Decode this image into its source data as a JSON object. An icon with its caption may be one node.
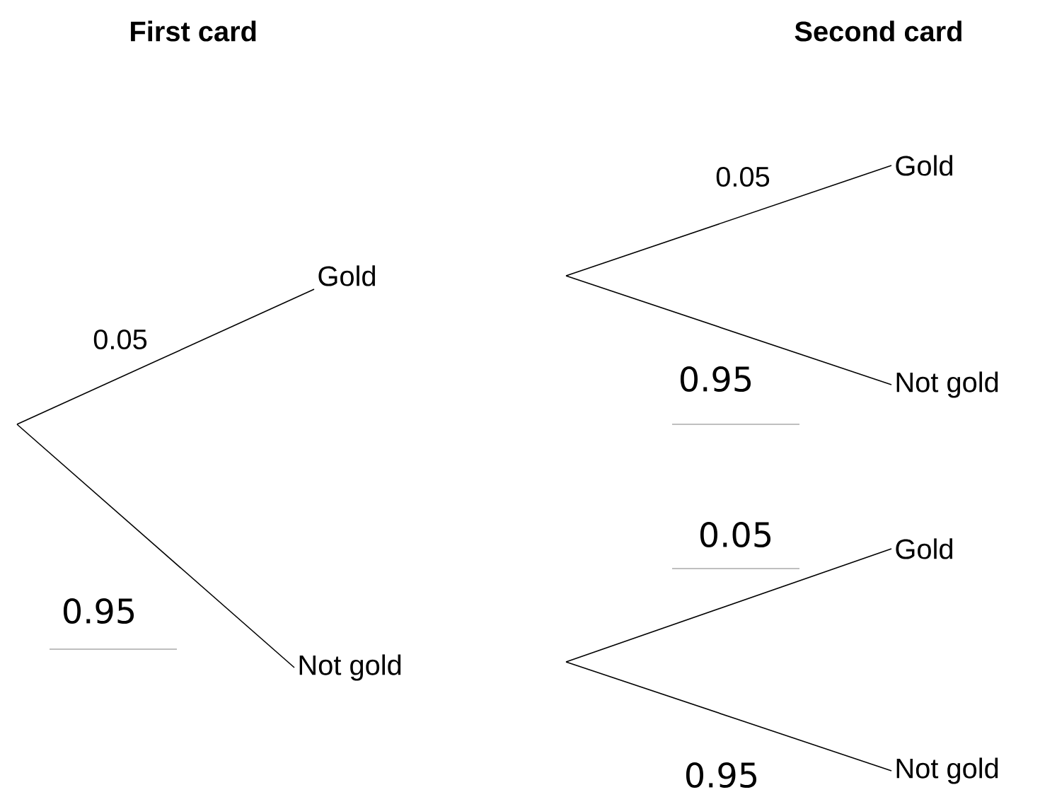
{
  "diagram": {
    "nodes": [
      {
        "text": [
          "Gold"
        ]
      },
      {
        "text": [
          "Not gold"
        ]
      },
      {
        "text": [
          "Gold"
        ]
      },
      {
        "text": [
          "Not gold"
        ]
      },
      {
        "text": [
          "Gold"
        ]
      },
      {
        "text": [
          "Not gold"
        ]
      }
    ],
    "edges": [
      {
        "from": null,
        "to": 0,
        "arrow": "none",
        "label": "0.05"
      },
      {
        "from": null,
        "to": 1,
        "arrow": "none",
        "label": "0.95"
      },
      {
        "from": null,
        "to": 2,
        "arrow": "none",
        "label": "0.05"
      },
      {
        "from": null,
        "to": 3,
        "arrow": "none",
        "label": "0.95"
      },
      {
        "from": null,
        "to": 4,
        "arrow": "none",
        "label": "0.05"
      },
      {
        "from": null,
        "to": 5,
        "arrow": "none",
        "label": "0.95"
      }
    ],
    "labels": [
      "First card",
      "Second card"
    ]
  }
}
